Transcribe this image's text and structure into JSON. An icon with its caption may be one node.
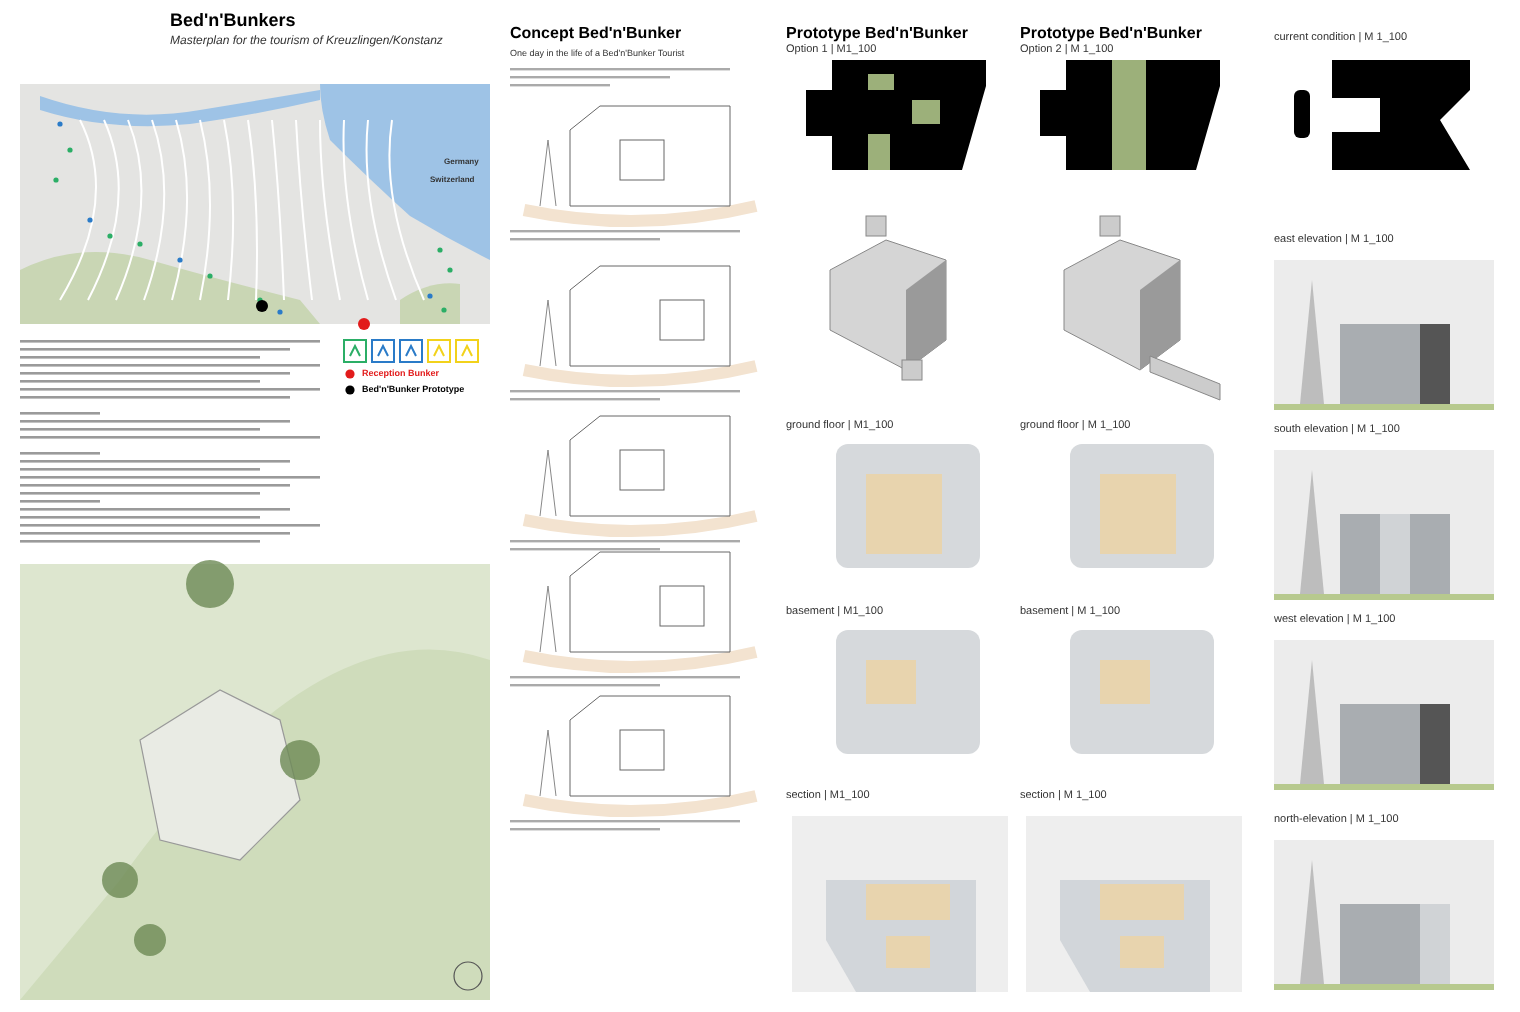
{
  "diagram": {
    "title": "Bed'n'Bunkers",
    "labels": [
      "Masterplan for the tourism of Kreuzlingen/Konstanz",
      "Germany",
      "Switzerland",
      "Concept Bed'n'Bunker",
      "One day in the life of a Bed'n'Bunker Tourist",
      "Prototype Bed'n'Bunker",
      "Option 1 | M1_100",
      "ground floor | M1_100",
      "basement | M1_100",
      "section | M1_100",
      "Prototype Bed'n'Bunker",
      "Option 2 | M 1_100",
      "ground floor | M 1_100",
      "basement | M 1_100",
      "section | M 1_100",
      "current condition | M 1_100",
      "east elevation | M 1_100",
      "south elevation | M 1_100",
      "west elevation | M 1_100",
      "north-elevation | M 1_100"
    ],
    "legend": [
      {
        "text": "Reception Bunker",
        "color": "#e21b1b"
      },
      {
        "text": "Bed'n'Bunker Prototype",
        "color": "#000000"
      }
    ]
  }
}
